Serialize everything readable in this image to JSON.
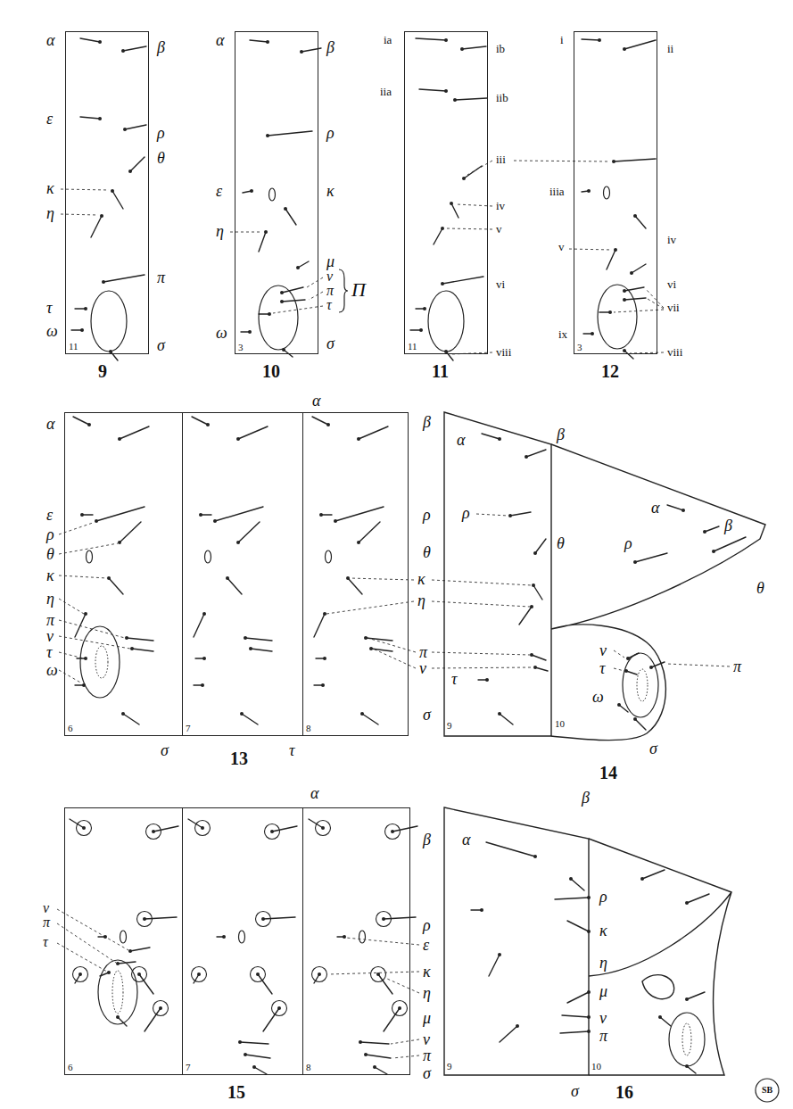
{
  "diagram": {
    "nodes": [
      {
        "text": [
          "11"
        ]
      },
      {
        "text": [
          "3"
        ]
      },
      {
        "text": [
          "11"
        ]
      },
      {
        "text": [
          "3"
        ]
      },
      {
        "text": [
          "6"
        ]
      },
      {
        "text": [
          "7"
        ]
      },
      {
        "text": [
          "8"
        ]
      },
      {
        "text": [
          "9"
        ]
      },
      {
        "text": [
          "10"
        ]
      },
      {
        "text": [
          "6"
        ]
      },
      {
        "text": [
          "7"
        ]
      },
      {
        "text": [
          "8"
        ]
      },
      {
        "text": [
          "9"
        ]
      },
      {
        "text": [
          "10"
        ]
      }
    ],
    "labels": [
      "α",
      "β",
      "ε",
      "ρ",
      "θ",
      "κ",
      "η",
      "π",
      "τ",
      "ω",
      "σ",
      "9",
      "α",
      "β",
      "ρ",
      "ε",
      "κ",
      "η",
      "μ",
      "ν",
      "π",
      "τ",
      "Π",
      "ω",
      "σ",
      "10",
      "ia",
      "ib",
      "iia",
      "iib",
      "iii",
      "iv",
      "v",
      "vi",
      "viii",
      "11",
      "i",
      "ii",
      "iiia",
      "iv",
      "v",
      "vi",
      "vii",
      "viii",
      "ix",
      "12",
      "α",
      "ε",
      "ρ",
      "θ",
      "κ",
      "η",
      "π",
      "ν",
      "τ",
      "ω",
      "σ",
      "13",
      "τ",
      "α",
      "β",
      "ρ",
      "θ",
      "κ",
      "η",
      "π",
      "ν",
      "σ",
      "α",
      "β",
      "ρ",
      "θ",
      "α",
      "β",
      "ρ",
      "θ",
      "ν",
      "τ",
      "π",
      "τ",
      "ω",
      "σ",
      "14",
      "ν",
      "π",
      "τ",
      "α",
      "β",
      "ρ",
      "ε",
      "κ",
      "η",
      "μ",
      "ν",
      "π",
      "σ",
      "15",
      "α",
      "β",
      "ρ",
      "κ",
      "η",
      "μ",
      "ν",
      "π",
      "σ",
      "16",
      "SB"
    ]
  }
}
